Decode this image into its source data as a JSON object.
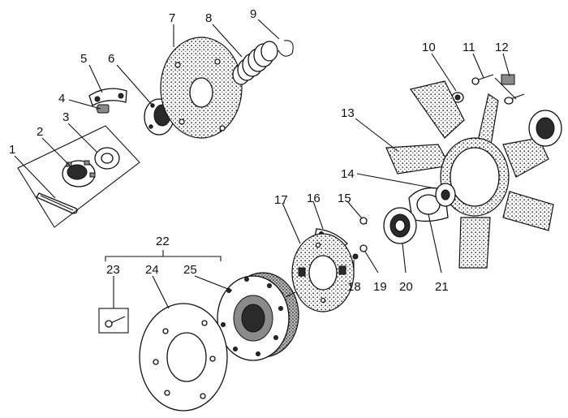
{
  "labels": {
    "1": "1",
    "2": "2",
    "3": "3",
    "4": "4",
    "5": "5",
    "6": "6",
    "7": "7",
    "8": "8",
    "9": "9",
    "10": "10",
    "11": "11",
    "12": "12",
    "13": "13",
    "14": "14",
    "15": "15",
    "16": "16",
    "17": "17",
    "18": "18",
    "19": "19",
    "20": "20",
    "21": "21",
    "22": "22",
    "23": "23",
    "24": "24",
    "25": "25"
  }
}
